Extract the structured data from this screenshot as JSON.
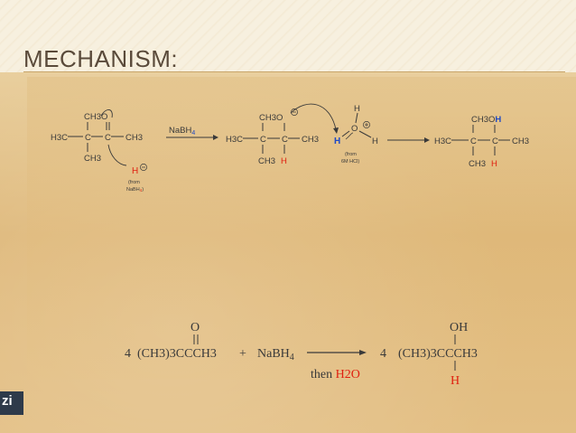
{
  "slide": {
    "title": "MECHANISM:",
    "logo_text": "zi"
  },
  "mechanism": {
    "reagent": "NaBH",
    "reagent_sub": "4",
    "hydride_source": "(from NaBH4)",
    "hydride_source_lines": [
      "(from",
      "NaBH",
      "4",
      ")"
    ],
    "proton_source_lines": [
      "(from",
      "6M HCl)"
    ],
    "carbonyl_label": "CH3O",
    "methyl_top": "CH3",
    "methyl_bottom": "CH3",
    "left_group": "H3C",
    "right_group": "CH3",
    "carbon": "C",
    "hydride": "H",
    "alkoxide_o": "O",
    "hydronium_h": "H",
    "hydronium_o": "O",
    "product_oh_h": "H"
  },
  "equation": {
    "coefficient_left": "4",
    "reactant": "(CH3)3CCCH3",
    "reactant_o": "O",
    "plus": "+",
    "reagent": "NaBH",
    "reagent_sub": "4",
    "condition_prefix": "then ",
    "condition_h2o": "H2O",
    "coefficient_right": "4",
    "product": "(CH3)3CCCH3",
    "product_oh": "OH",
    "product_h": "H"
  },
  "colors": {
    "title": "#5a4a3a",
    "red_atom": "#e02010",
    "blue_atom": "#1f49c4",
    "ink": "#3a3a3a"
  }
}
